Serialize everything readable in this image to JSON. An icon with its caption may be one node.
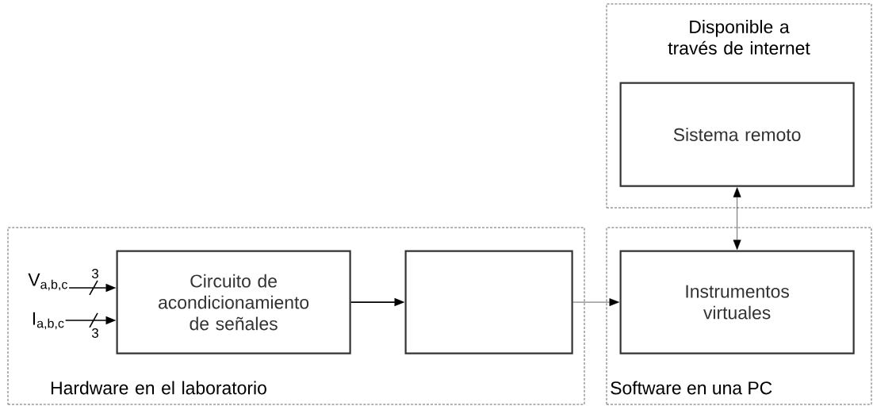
{
  "diagram": {
    "nodes": [
      {
        "text": [
          "Disponible a través de internet"
        ]
      },
      {
        "text": [
          "Sistema remoto"
        ],
        "in": 0
      },
      {
        "text": [
          "Hardware en el laboratorio"
        ]
      },
      {
        "text": [
          "V$_{a,b,c}$"
        ],
        "in": 2
      },
      {
        "text": [
          "I$_{a,b,c}$"
        ],
        "in": 2
      },
      {
        "text": [
          "Circuito de acondicionamiento de señales"
        ],
        "in": 2
      },
      {
        "text": [],
        "shape": "box",
        "in": 2
      },
      {
        "text": [
          "Software en una PC"
        ]
      },
      {
        "text": [
          "Instrumentos virtuales"
        ],
        "in": 7
      }
    ],
    "edges": [
      {
        "from": 3,
        "to": 5,
        "arrow": "to",
        "label": "3"
      },
      {
        "from": 4,
        "to": 5,
        "arrow": "to",
        "label": "3"
      },
      {
        "from": 5,
        "to": 6,
        "arrow": "to"
      },
      {
        "from": 6,
        "to": 8,
        "arrow": "to"
      },
      {
        "from": 8,
        "to": 1,
        "arrow": "both"
      }
    ]
  }
}
